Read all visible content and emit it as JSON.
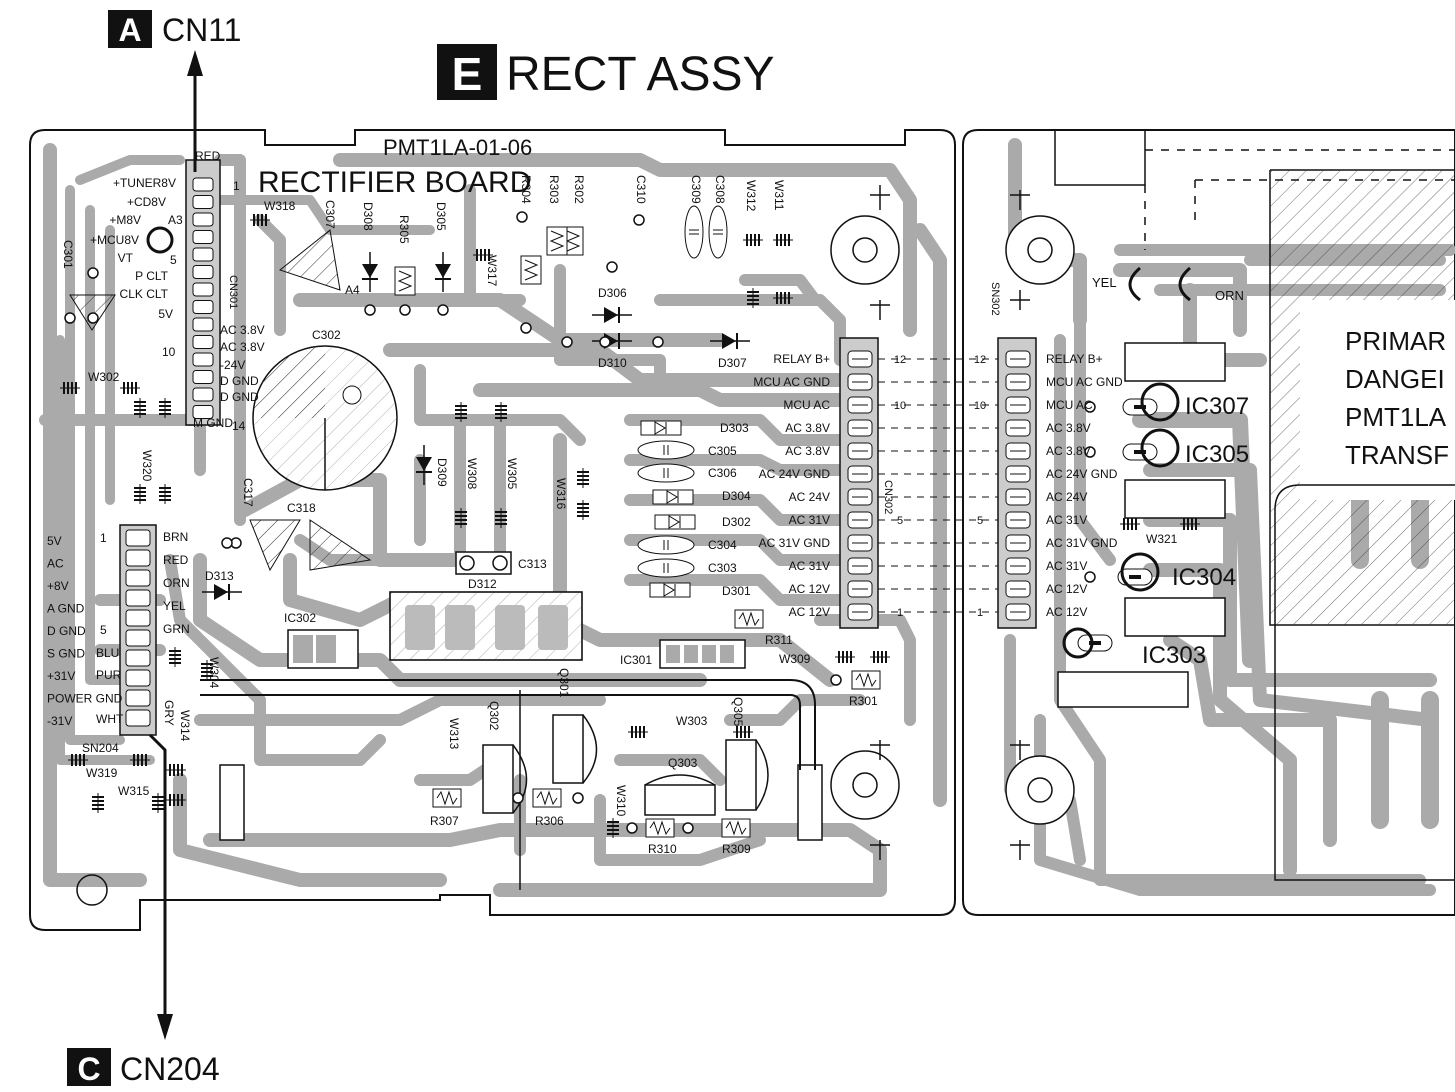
{
  "title": {
    "badge": "E",
    "text": "RECT ASSY"
  },
  "board_code": "PMT1LA-01-06",
  "board_name": "RECTIFIER BOARD",
  "connector_top": {
    "badge": "A",
    "text": "CN11"
  },
  "connector_bottom": {
    "badge": "C",
    "text": "CN204"
  },
  "cn301": {
    "name": "CN301",
    "wire_color": "RED",
    "pin_first": "1",
    "pin_mid5": "5",
    "pin_mid10": "10",
    "pin_last": "14",
    "labels": [
      "+TUNER8V",
      "+CD8V",
      "+M8V",
      "+MCU8V",
      "VT",
      "P CLT",
      "CLK CLT",
      "5V",
      "AC 3.8V",
      "AC 3.8V",
      "-24V",
      "D GND",
      "D GND",
      "M GND"
    ]
  },
  "sn204": {
    "name": "SN204",
    "pin_first": "1",
    "pin_mid": "5",
    "signals": [
      "5V",
      "AC",
      "+8V",
      "A GND",
      "D GND",
      "S GND",
      "+31V",
      "POWER GND",
      "-31V"
    ],
    "wires": [
      "BRN",
      "RED",
      "ORN",
      "YEL",
      "GRN",
      "BLU",
      "PUR",
      "GRY",
      "WHT"
    ]
  },
  "cn302": {
    "name": "CN302",
    "pin_12": "12",
    "pin_10": "10",
    "pin_5": "5",
    "pin_1": "1",
    "labels": [
      "RELAY B+",
      "MCU AC GND",
      "MCU AC",
      "AC 3.8V",
      "AC 3.8V",
      "AC 24V GND",
      "AC 24V",
      "AC 31V",
      "AC 31V GND",
      "AC 31V",
      "AC 12V",
      "AC 12V"
    ]
  },
  "sn302": {
    "name": "SN302",
    "pin_12": "12",
    "pin_10": "10",
    "pin_5": "5",
    "pin_1": "1",
    "labels": [
      "RELAY B+",
      "MCU AC GND",
      "MCU AC",
      "AC 3.8V",
      "AC 3.8V",
      "AC 24V GND",
      "AC 24V",
      "AC 31V",
      "AC 31V GND",
      "AC 31V",
      "AC 12V",
      "AC 12V"
    ]
  },
  "primary": {
    "l1": "PRIMAR",
    "l2": "DANGEI",
    "l3": "PMT1LA",
    "l4": "TRANSF"
  },
  "wire_yel": "YEL",
  "wire_orn": "ORN",
  "refs": {
    "A3": "A3",
    "A4": "A4",
    "C301": "C301",
    "C302": "C302",
    "C303": "C303",
    "C304": "C304",
    "C305": "C305",
    "C306": "C306",
    "C307": "C307",
    "C308": "C308",
    "C309": "C309",
    "C310": "C310",
    "C313": "C313",
    "C317": "C317",
    "C318": "C318",
    "D301": "D301",
    "D302": "D302",
    "D303": "D303",
    "D304": "D304",
    "D305": "D305",
    "D306": "D306",
    "D307": "D307",
    "D308": "D308",
    "D309": "D309",
    "D310": "D310",
    "D312": "D312",
    "D313": "D313",
    "R301": "R301",
    "R302": "R302",
    "R303": "R303",
    "R304": "R304",
    "R305": "R305",
    "R306": "R306",
    "R307": "R307",
    "R309": "R309",
    "R310": "R310",
    "R311": "R311",
    "Q301": "Q301",
    "Q302": "Q302",
    "Q303": "Q303",
    "Q305": "Q305",
    "IC301": "IC301",
    "IC302": "IC302",
    "IC303": "IC303",
    "IC304": "IC304",
    "IC305": "IC305",
    "IC307": "IC307",
    "W302": "W302",
    "W303": "W303",
    "W304": "W304",
    "W305": "W305",
    "W308": "W308",
    "W309": "W309",
    "W310": "W310",
    "W311": "W311",
    "W312": "W312",
    "W313": "W313",
    "W314": "W314",
    "W315": "W315",
    "W316": "W316",
    "W317": "W317",
    "W318": "W318",
    "W319": "W319",
    "W320": "W320",
    "W321": "W321"
  },
  "colors": {
    "trace": "#aaaaaa",
    "board_outline": "#111111",
    "badge_fill": "#111111",
    "background": "#ffffff"
  }
}
